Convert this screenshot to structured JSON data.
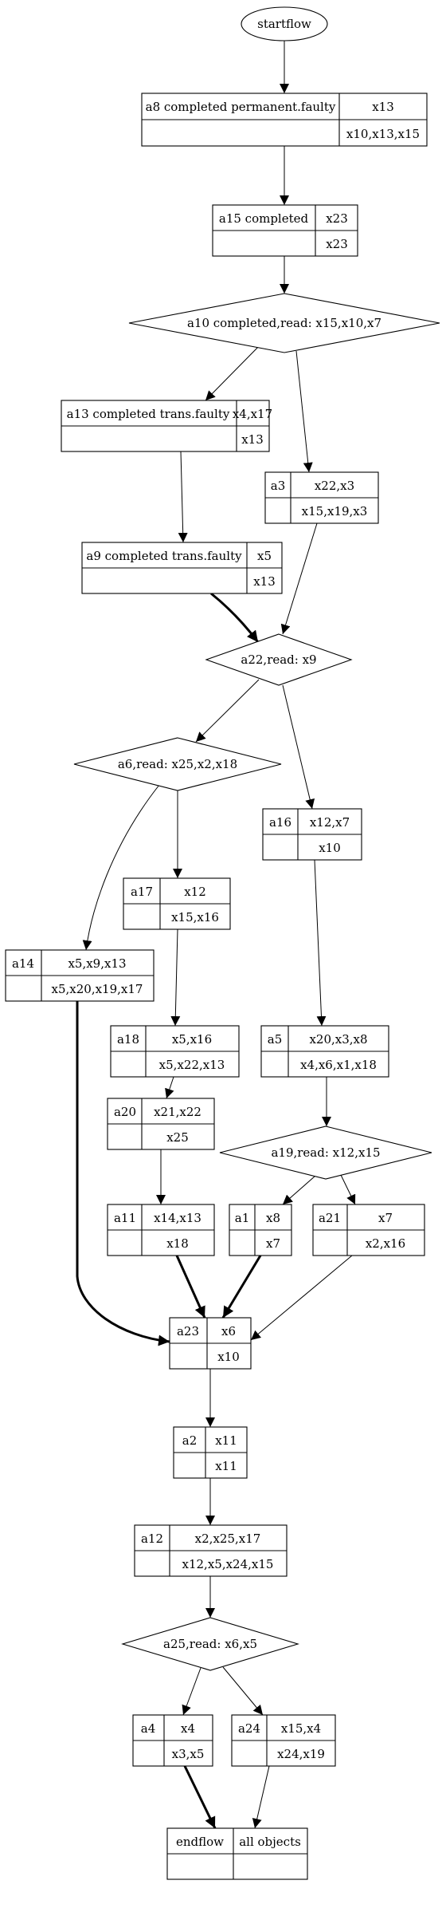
{
  "nodes": {
    "startflow": {
      "label": "startflow"
    },
    "a8": {
      "name": "a8 completed permanent.faulty",
      "top": "x13",
      "bottom": "x10,x13,x15"
    },
    "a15": {
      "name": "a15 completed",
      "top": "x23",
      "bottom": "x23"
    },
    "a10": {
      "label": "a10 completed,read: x15,x10,x7"
    },
    "a13": {
      "name": "a13 completed trans.faulty",
      "top": "x4,x17",
      "bottom": "x13"
    },
    "a3": {
      "name": "a3",
      "top": "x22,x3",
      "bottom": "x15,x19,x3"
    },
    "a9": {
      "name": "a9 completed trans.faulty",
      "top": "x5",
      "bottom": "x13"
    },
    "a22": {
      "label": "a22,read: x9"
    },
    "a6": {
      "label": "a6,read: x25,x2,x18"
    },
    "a16": {
      "name": "a16",
      "top": "x12,x7",
      "bottom": "x10"
    },
    "a17": {
      "name": "a17",
      "top": "x12",
      "bottom": "x15,x16"
    },
    "a14": {
      "name": "a14",
      "top": "x5,x9,x13",
      "bottom": "x5,x20,x19,x17"
    },
    "a18": {
      "name": "a18",
      "top": "x5,x16",
      "bottom": "x5,x22,x13"
    },
    "a5": {
      "name": "a5",
      "top": "x20,x3,x8",
      "bottom": "x4,x6,x1,x18"
    },
    "a20": {
      "name": "a20",
      "top": "x21,x22",
      "bottom": "x25"
    },
    "a19": {
      "label": "a19,read: x12,x15"
    },
    "a11": {
      "name": "a11",
      "top": "x14,x13",
      "bottom": "x18"
    },
    "a1": {
      "name": "a1",
      "top": "x8",
      "bottom": "x7"
    },
    "a21": {
      "name": "a21",
      "top": "x7",
      "bottom": "x2,x16"
    },
    "a23": {
      "name": "a23",
      "top": "x6",
      "bottom": "x10"
    },
    "a2": {
      "name": "a2",
      "top": "x11",
      "bottom": "x11"
    },
    "a12": {
      "name": "a12",
      "top": "x2,x25,x17",
      "bottom": "x12,x5,x24,x15"
    },
    "a25": {
      "label": "a25,read: x6,x5"
    },
    "a4": {
      "name": "a4",
      "top": "x4",
      "bottom": "x3,x5"
    },
    "a24": {
      "name": "a24",
      "top": "x15,x4",
      "bottom": "x24,x19"
    },
    "endflow": {
      "name": "endflow",
      "top": "all objects",
      "bottom": ""
    }
  },
  "edges": [
    {
      "from": "startflow",
      "to": "a8",
      "bold": false
    },
    {
      "from": "a8",
      "to": "a15",
      "bold": false
    },
    {
      "from": "a15",
      "to": "a10",
      "bold": false
    },
    {
      "from": "a10",
      "to": "a13",
      "bold": false
    },
    {
      "from": "a10",
      "to": "a3",
      "bold": false
    },
    {
      "from": "a13",
      "to": "a9",
      "bold": false
    },
    {
      "from": "a9",
      "to": "a22",
      "bold": true
    },
    {
      "from": "a3",
      "to": "a22",
      "bold": false
    },
    {
      "from": "a22",
      "to": "a6",
      "bold": false
    },
    {
      "from": "a22",
      "to": "a16",
      "bold": false
    },
    {
      "from": "a6",
      "to": "a17",
      "bold": false
    },
    {
      "from": "a6",
      "to": "a14",
      "bold": false
    },
    {
      "from": "a17",
      "to": "a18",
      "bold": false
    },
    {
      "from": "a16",
      "to": "a5",
      "bold": false
    },
    {
      "from": "a18",
      "to": "a20",
      "bold": false
    },
    {
      "from": "a5",
      "to": "a19",
      "bold": false
    },
    {
      "from": "a20",
      "to": "a11",
      "bold": false
    },
    {
      "from": "a19",
      "to": "a1",
      "bold": false
    },
    {
      "from": "a19",
      "to": "a21",
      "bold": false
    },
    {
      "from": "a14",
      "to": "a23",
      "bold": true
    },
    {
      "from": "a11",
      "to": "a23",
      "bold": true
    },
    {
      "from": "a1",
      "to": "a23",
      "bold": true
    },
    {
      "from": "a21",
      "to": "a23",
      "bold": false
    },
    {
      "from": "a23",
      "to": "a2",
      "bold": false
    },
    {
      "from": "a2",
      "to": "a12",
      "bold": false
    },
    {
      "from": "a12",
      "to": "a25",
      "bold": false
    },
    {
      "from": "a25",
      "to": "a4",
      "bold": false
    },
    {
      "from": "a25",
      "to": "a24",
      "bold": false
    },
    {
      "from": "a4",
      "to": "endflow",
      "bold": true
    },
    {
      "from": "a24",
      "to": "endflow",
      "bold": false
    }
  ]
}
